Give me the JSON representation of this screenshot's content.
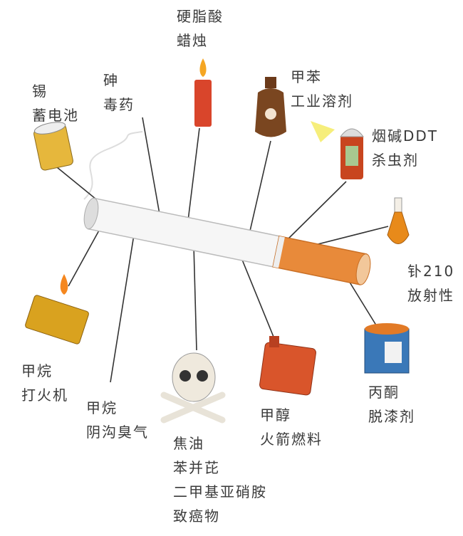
{
  "labels": {
    "candle": [
      "硬脂酸",
      "蜡烛"
    ],
    "arsenic": [
      "砷",
      "毒药"
    ],
    "battery": [
      "锡",
      "蓄电池"
    ],
    "toluene": [
      "甲苯",
      "工业溶剂"
    ],
    "insecticide": [
      "烟碱DDT",
      "杀虫剂"
    ],
    "polonium": [
      "钋210",
      "放射性"
    ],
    "acetone": [
      "丙酮",
      "脱漆剂"
    ],
    "methanol": [
      "甲醇",
      "火箭燃料"
    ],
    "tar": [
      "焦油",
      "苯并芘",
      "二甲基亚硝胺",
      "致癌物"
    ],
    "sewer": [
      "甲烷",
      "阴沟臭气"
    ],
    "lighter": [
      "甲烷",
      "打火机"
    ]
  },
  "colors": {
    "filter": "#e88a3a",
    "line": "#333333",
    "candle": "#d9452b",
    "text": "#3a3a3a"
  }
}
